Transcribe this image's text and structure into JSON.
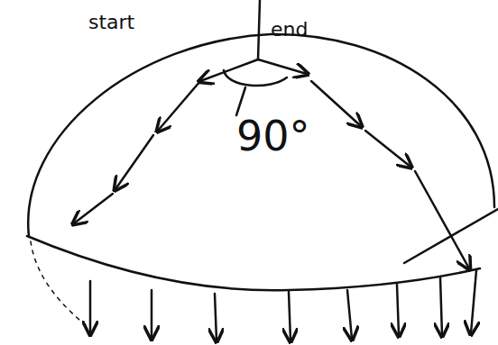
{
  "diagram": {
    "labels": [
      "start",
      "end",
      "90°"
    ]
  }
}
